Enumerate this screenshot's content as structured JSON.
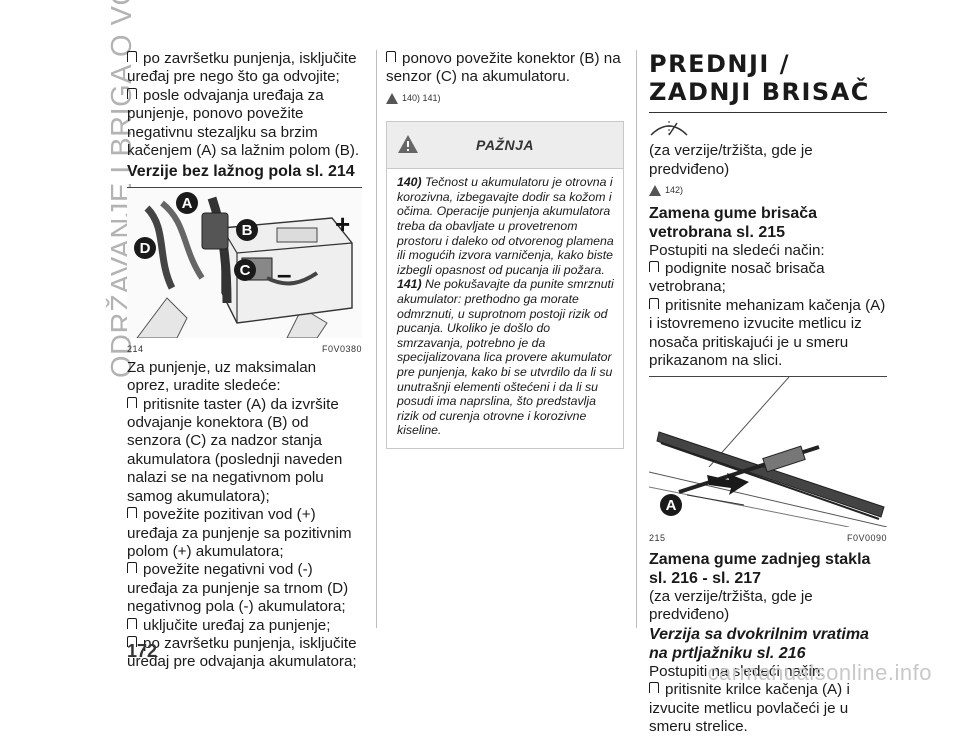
{
  "sidebar": {
    "section_title": "ODRŽAVANJE I BRIGA O VOZILU"
  },
  "page_number": "172",
  "watermark": "carmanualsonline.info",
  "col1": {
    "bullets_top": [
      "po završetku punjenja, isključite uređaj pre nego što ga odvojite;",
      "posle odvajanja uređaja za punjenje, ponovo povežite negativnu stezaljku sa brzim kačenjem (A) sa lažnim polom (B)."
    ],
    "heading": "Verzije bez lažnog pola sl. 214",
    "figure": {
      "number": "214",
      "code": "F0V0380",
      "labels": [
        "A",
        "B",
        "C",
        "D"
      ],
      "plus": "+",
      "minus": "–"
    },
    "intro": "Za punjenje, uz maksimalan oprez, uradite sledeće:",
    "bullets": [
      "pritisnite taster (A) da izvršite odvajanje konektora (B) od senzora (C) za nadzor stanja akumulatora (poslednji naveden nalazi se na negativnom polu samog akumulatora);",
      "povežite pozitivan vod (+) uređaja za punjenje sa pozitivnim polom (+) akumulatora;",
      "povežite negativni vod (-) uređaja za punjenje sa trnom (D) negativnog pola (-) akumulatora;",
      "uključite uređaj za punjenje;",
      "po završetku punjenja, isključite uređaj pre odvajanja akumulatora;"
    ]
  },
  "col2": {
    "bullet": "ponovo povežite konektor (B) na senzor (C) na akumulatoru.",
    "note_ref": "140) 141)",
    "warning": {
      "title": "PAŽNJA",
      "items": [
        {
          "num": "140)",
          "text": "Tečnost u akumulatoru je otrovna i korozivna, izbegavajte dodir sa kožom i očima. Operacije punjenja akumulatora treba da obavljate u provetrenom prostoru i daleko od otvorenog plamena ili mogućih izvora varničenja, kako biste izbegli opasnost od pucanja ili požara."
        },
        {
          "num": "141)",
          "text": "Ne pokušavajte da punite smrznuti akumulator: prethodno ga morate odmrznuti, u suprotnom postoji rizik od pucanja. Ukoliko je došlo do smrzavanja, potrebno je da specijalizovana lica provere akumulator pre punjenja, kako bi se utvrdilo da li su unutrašnji elementi oštećeni i da li su posudi ima naprslina, što predstavlja rizik od curenja otrovne i korozivne kiseline."
        }
      ]
    }
  },
  "col3": {
    "title": "PREDNJI / ZADNJI BRISAČ",
    "version_note": "(za verzije/tržišta, gde je predviđeno)",
    "note_ref": "142)",
    "heading1": "Zamena gume brisača vetrobrana sl. 215",
    "intro1": "Postupiti na sledeći način:",
    "bullets1": [
      "podignite nosač brisača vetrobrana;",
      "pritisnite mehanizam kačenja (A) i istovremeno izvucite metlicu iz nosača pritiskajući je u smeru prikazanom na slici."
    ],
    "figure": {
      "number": "215",
      "code": "F0V0090",
      "label": "A"
    },
    "heading2": "Zamena gume zadnjeg stakla sl. 216 - sl. 217",
    "version_note2": "(za verzije/tržišta, gde je predviđeno)",
    "heading3": "Verzija sa dvokrilnim vratima na prtljažniku sl. 216",
    "intro2": "Postupiti na sledeći način:",
    "bullets2": [
      "pritisnite krilce kačenja (A) i izvucite metlicu povlačeći je u smeru strelice."
    ]
  }
}
